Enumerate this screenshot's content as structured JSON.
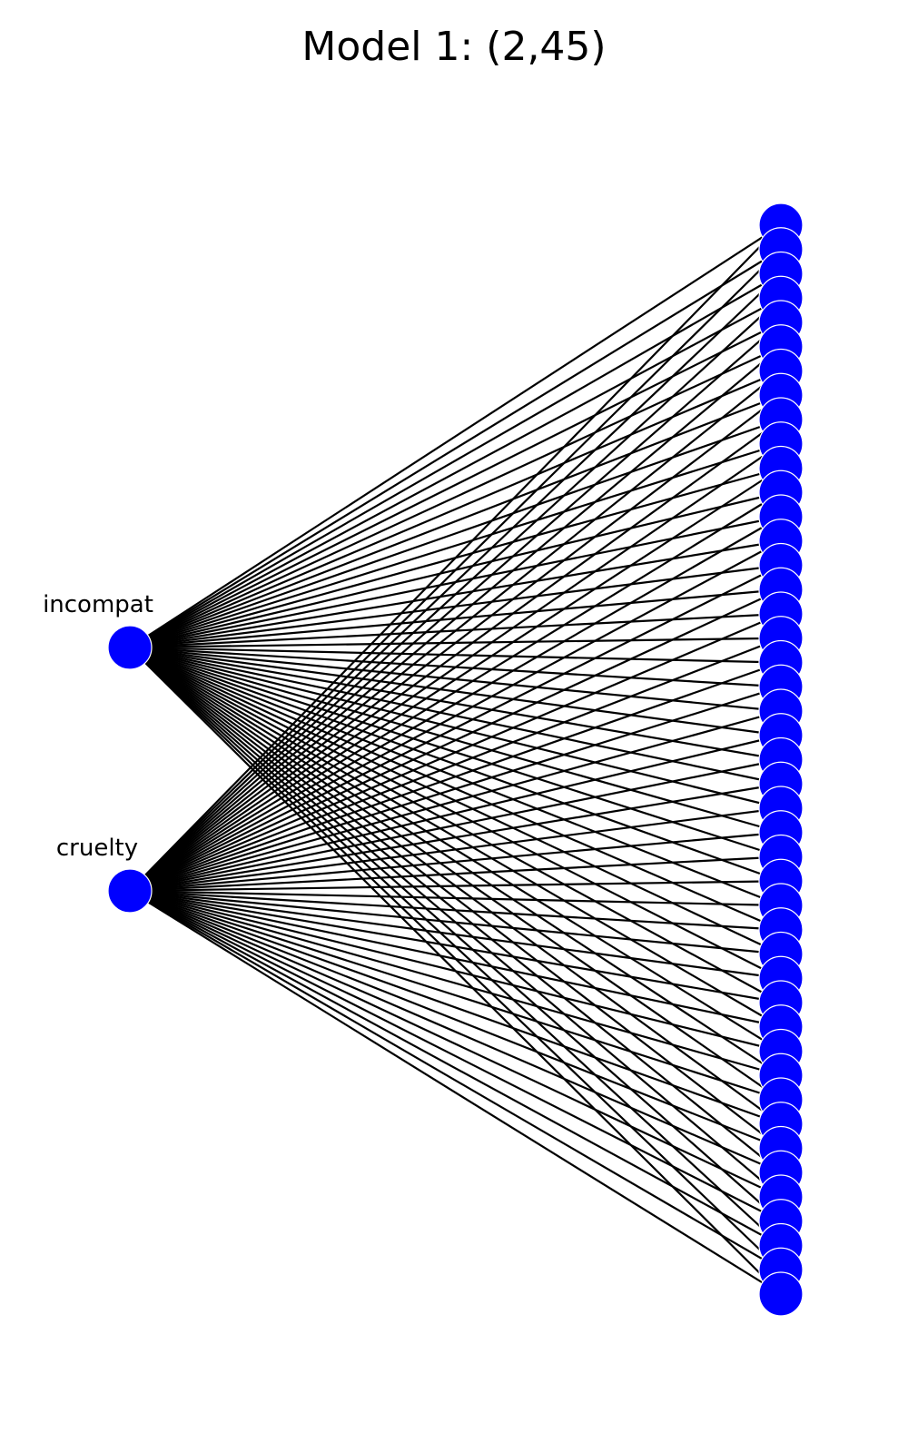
{
  "title": "Model 1: (2,45)",
  "colors": {
    "node": "#0000ff",
    "edge": "#000000",
    "background": "#ffffff"
  },
  "left_nodes": [
    {
      "id": "incompat",
      "label": "incompat"
    },
    {
      "id": "cruelty",
      "label": "cruelty"
    }
  ],
  "right_node_count": 45,
  "edges": {
    "incompat": [
      0,
      1,
      2,
      3,
      4,
      5,
      6,
      7,
      8,
      9,
      10,
      11,
      12,
      13,
      14,
      15,
      16,
      17,
      18,
      19,
      20,
      21,
      22,
      23,
      24,
      25,
      26,
      27,
      28,
      29,
      30,
      31,
      32,
      33,
      34,
      35,
      36,
      37,
      38,
      39,
      40,
      41,
      42,
      43,
      44
    ],
    "cruelty": [
      0,
      1,
      2,
      3,
      4,
      5,
      6,
      7,
      8,
      9,
      10,
      11,
      12,
      13,
      14,
      15,
      16,
      17,
      18,
      19,
      20,
      21,
      22,
      23,
      24,
      25,
      26,
      27,
      28,
      29,
      30,
      31,
      32,
      33,
      34,
      35,
      36,
      37,
      38,
      39,
      40,
      41,
      42,
      43,
      44
    ]
  }
}
